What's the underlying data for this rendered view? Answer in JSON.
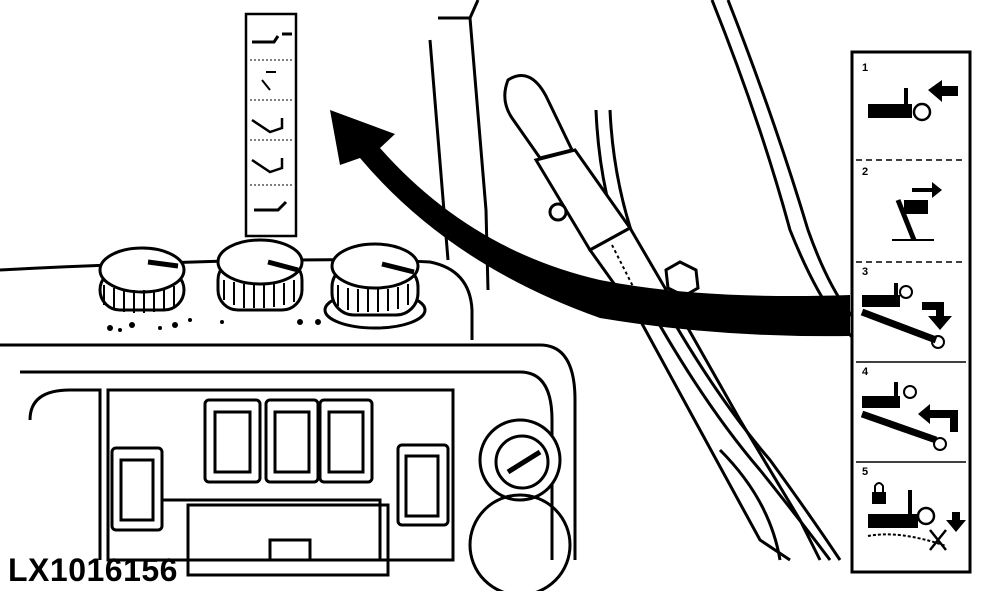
{
  "reference_code": "LX1016156",
  "decal": {
    "steps": [
      {
        "number": "1",
        "description": "pivot lever forward"
      },
      {
        "number": "2",
        "description": "push lever forward"
      },
      {
        "number": "3",
        "description": "lower boom"
      },
      {
        "number": "4",
        "description": "raise and retract"
      },
      {
        "number": "5",
        "description": "lock"
      }
    ],
    "steps_text": [
      "1",
      "2",
      "3",
      "4",
      "5"
    ]
  },
  "icons": {
    "pointer_arrow": "curved-arrow-icon",
    "lock": "padlock-icon",
    "arrow": "arrow-icon"
  },
  "colors": {
    "ink": "#000000",
    "paper": "#ffffff"
  }
}
